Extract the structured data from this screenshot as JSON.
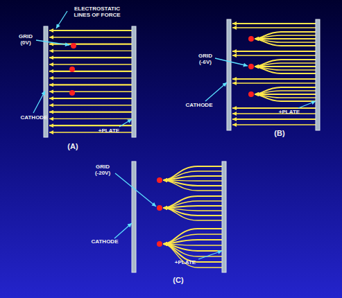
{
  "diagram": {
    "labels": [
      "ELECTROSTATIC LINES OF FORCE",
      "GRID (0V)",
      "CATHODE",
      "+PLATE",
      "(A)",
      "GRID (-6V)",
      "CATHODE",
      "+PLATE",
      "(B)",
      "GRID (-20V)",
      "CATHODE",
      "+PLATE",
      "(C)"
    ]
  }
}
